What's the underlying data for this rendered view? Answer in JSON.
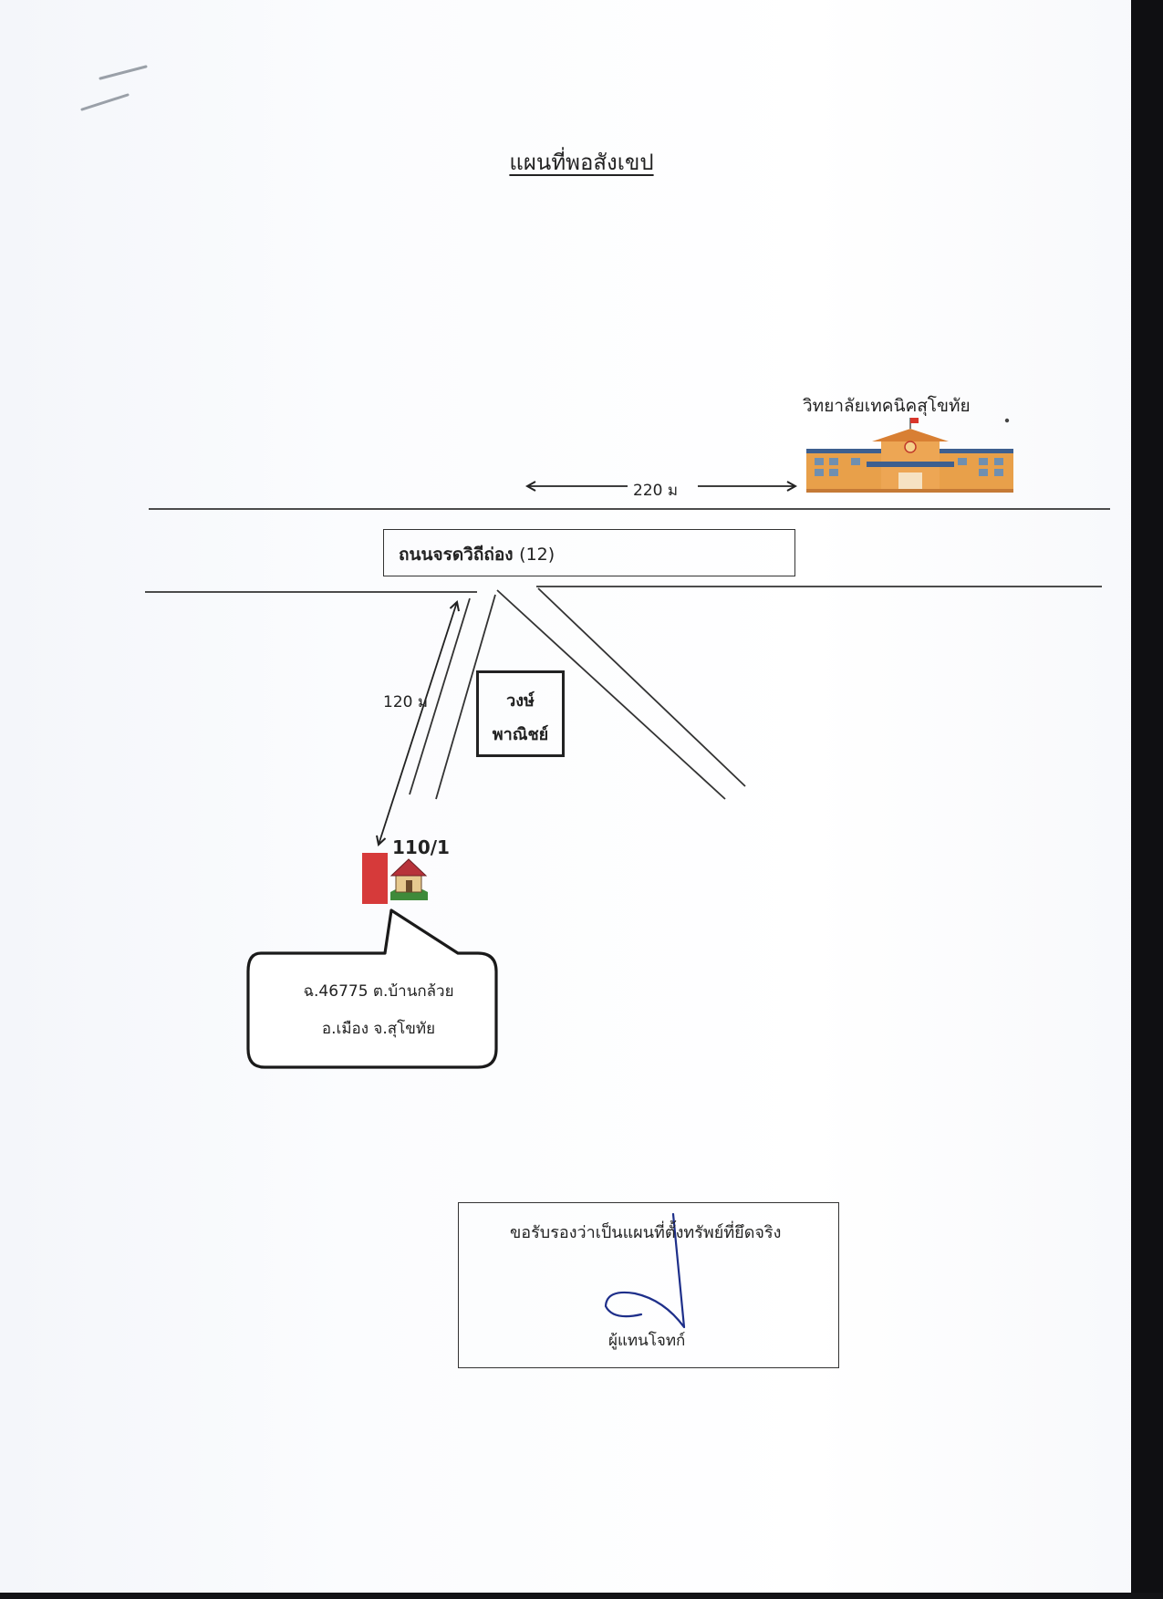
{
  "title": "แผนที่พอสังเขป",
  "landmarks": {
    "college": {
      "name": "วิทยาลัยเทคนิคสุโขทัย",
      "icon": "school-building-icon"
    },
    "shop": {
      "line1": "วงษ์",
      "line2": "พาณิชย์"
    }
  },
  "road": {
    "name": "ถนนจรดวิถีถ่อง",
    "number": "(12)"
  },
  "distances": {
    "to_college": "220 ม",
    "to_junction": "120 ม"
  },
  "property": {
    "house_number": "110/1",
    "icon": "house-icon",
    "deed_line1": "ฉ.46775 ต.บ้านกล้วย",
    "deed_line2": "อ.เมือง จ.สุโขทัย",
    "marker_color": "#d63a3a"
  },
  "certification": {
    "text": "ขอรับรองว่าเป็นแผนที่ตั้งทรัพย์ที่ยึดจริง",
    "signatory": "ผู้แทนโจทก์"
  },
  "colors": {
    "ink": "#222222",
    "signature_ink": "#1e2f8a"
  }
}
